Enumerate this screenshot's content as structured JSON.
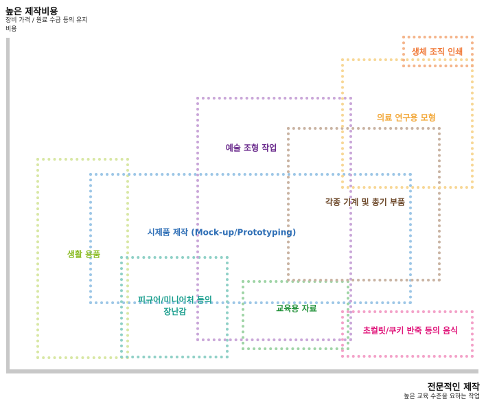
{
  "axes": {
    "y_title": "높은 제작비용",
    "y_subtitle": "장비 가격 / 원료 수급 등의 유지비용",
    "x_title": "전문적인 제작",
    "x_subtitle": "높은 교육 수준을 요하는 작업"
  },
  "regions": {
    "bioprinting": {
      "label": "생체 조직 인쇄",
      "color": "#f07a3a",
      "border": "#f4b48a"
    },
    "medical": {
      "label": "의료 연구용 모형",
      "color": "#f2a83a",
      "border": "#f7d796"
    },
    "art": {
      "label": "예술 조형 작업",
      "color": "#6a2a8c",
      "border": "#c9a6d8"
    },
    "machine": {
      "label": "각종 기계 및 총기 부품",
      "color": "#6e4a2c",
      "border": "#c9b3a2"
    },
    "prototype": {
      "label": "시제품 제작 (Mock-up/Prototyping)",
      "color": "#2f6fb6",
      "border": "#9cc6e6"
    },
    "daily": {
      "label": "생활 용품",
      "color": "#8dbd2a",
      "border": "#d8e7a4"
    },
    "figure": {
      "label_line1": "피규어/미니어처 등의",
      "label_line2": "장난감",
      "color": "#1a9e8e",
      "border": "#8fd0c6"
    },
    "education": {
      "label": "교육용 자료",
      "color": "#23923a",
      "border": "#9fd4a6"
    },
    "food": {
      "label": "초컬릿/쿠키 반죽 등의 음식",
      "color": "#e0157a",
      "border": "#f3a1c8"
    }
  }
}
